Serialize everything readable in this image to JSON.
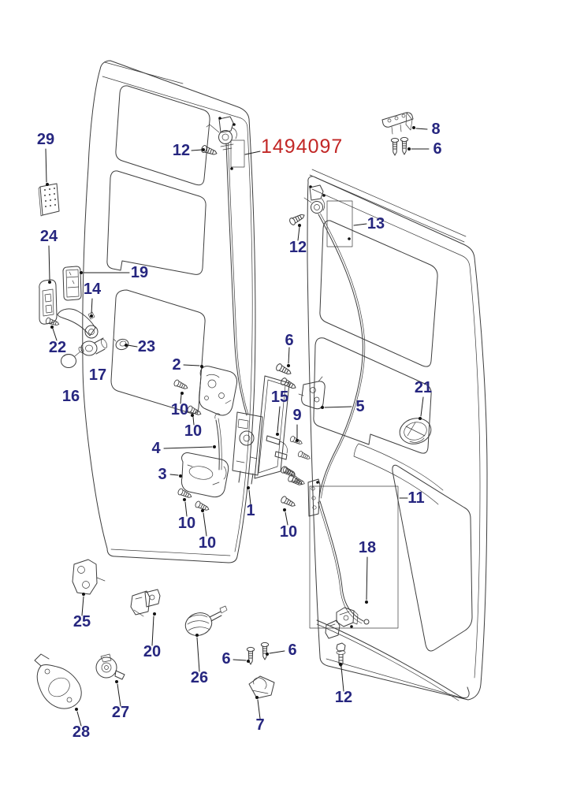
{
  "colors": {
    "label": "#26267f",
    "part_number": "#c22726",
    "line": "#3d3d3d",
    "background": "#ffffff"
  },
  "part_number": {
    "text": "1494097"
  },
  "callouts": [
    {
      "text": "29"
    },
    {
      "text": "12"
    },
    {
      "text": "8"
    },
    {
      "text": "6"
    },
    {
      "text": "13"
    },
    {
      "text": "12"
    },
    {
      "text": "24"
    },
    {
      "text": "19"
    },
    {
      "text": "14"
    },
    {
      "text": "22"
    },
    {
      "text": "23"
    },
    {
      "text": "2"
    },
    {
      "text": "17"
    },
    {
      "text": "16"
    },
    {
      "text": "6"
    },
    {
      "text": "15"
    },
    {
      "text": "9"
    },
    {
      "text": "5"
    },
    {
      "text": "21"
    },
    {
      "text": "10"
    },
    {
      "text": "10"
    },
    {
      "text": "4"
    },
    {
      "text": "3"
    },
    {
      "text": "1"
    },
    {
      "text": "11"
    },
    {
      "text": "10"
    },
    {
      "text": "10"
    },
    {
      "text": "10"
    },
    {
      "text": "18"
    },
    {
      "text": "25"
    },
    {
      "text": "20"
    },
    {
      "text": "26"
    },
    {
      "text": "27"
    },
    {
      "text": "28"
    },
    {
      "text": "6"
    },
    {
      "text": "6"
    },
    {
      "text": "7"
    },
    {
      "text": "12"
    }
  ]
}
